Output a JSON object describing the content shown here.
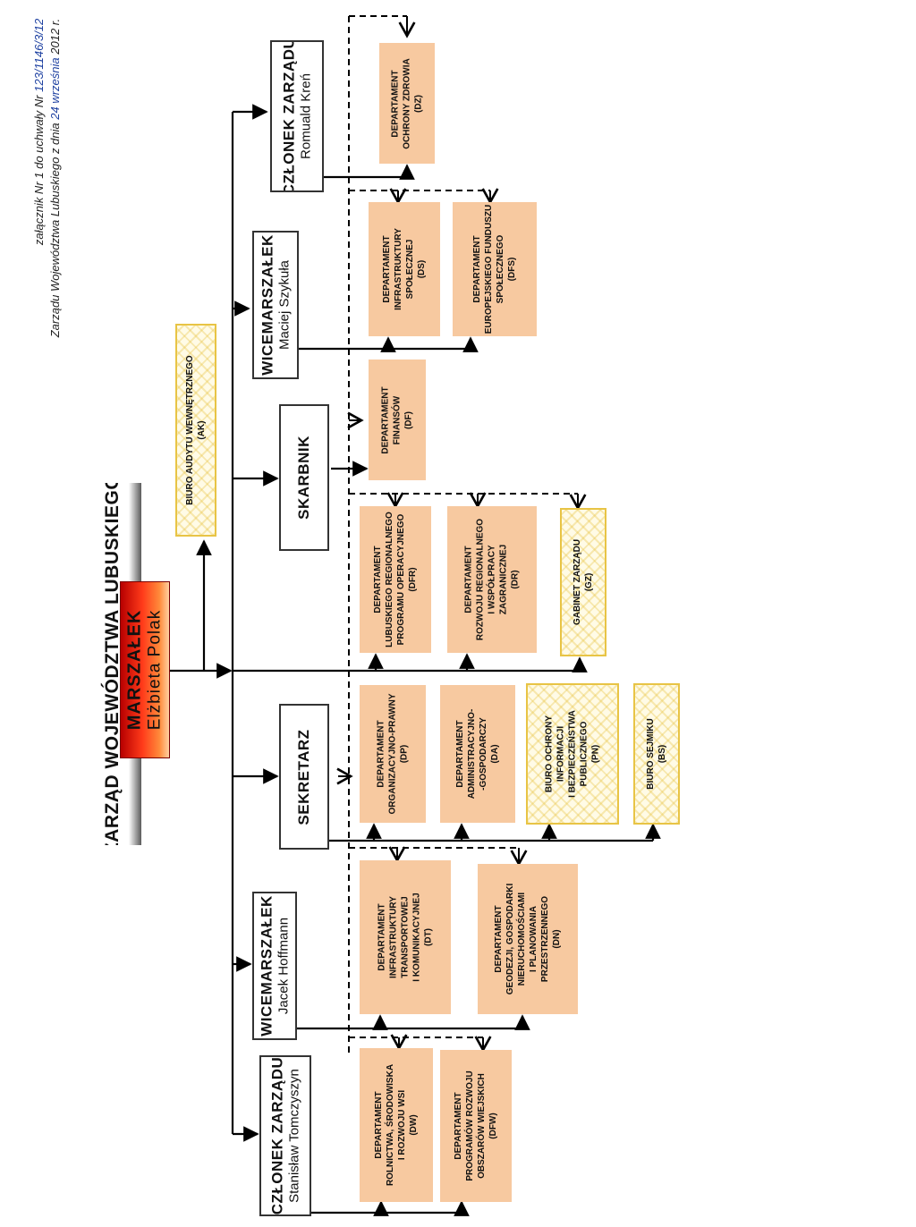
{
  "attachment_note": {
    "line1_prefix": "załącznik Nr 1 do uchwały Nr",
    "line1_handwritten": "123/1146/3/12",
    "line2_prefix": "Zarządu Województwa Lubuskiego z dnia",
    "line2_handwritten": "24 września",
    "line2_suffix": "2012 r."
  },
  "title": "ZARZĄD WOJEWÓDZTWA LUBUSKIEGO",
  "marshal": {
    "role": "MARSZAŁEK",
    "name": "Elżbieta Polak"
  },
  "audit_office": {
    "line1": "BIURO AUDYTU WEWNĘTRZNEGO",
    "line2": "(AK)"
  },
  "members": {
    "dz_member": {
      "role": "CZŁONEK ZARZĄDU",
      "name": "Romuald Kreń"
    },
    "vice1": {
      "role": "WICEMARSZAŁEK",
      "name": "Maciej Szykuła"
    },
    "treasurer": {
      "role": "SKARBNIK"
    },
    "secretary": {
      "role": "SEKRETARZ"
    },
    "vice2": {
      "role": "WICEMARSZAŁEK",
      "name": "Jacek Hoffmann"
    },
    "dw_member": {
      "role": "CZŁONEK ZARZĄDU",
      "name": "Stanisław Tomczyszyn"
    }
  },
  "departments": {
    "dz": [
      "DEPARTAMENT",
      "OCHRONY ZDROWIA",
      "(DZ)"
    ],
    "ds": [
      "DEPARTAMENT",
      "INFRASTRUKTURY",
      "SPOŁECZNEJ",
      "(DS)"
    ],
    "dfs": [
      "DEPARTAMENT",
      "EUROPEJSKIEGO FUNDUSZU",
      "SPOŁECZNEGO",
      "(DFS)"
    ],
    "df": [
      "DEPARTAMENT",
      "FINANSÓW",
      "(DF)"
    ],
    "dfr": [
      "DEPARTAMENT",
      "LUBUSKIEGO REGIONALNEGO",
      "PROGRAMU OPERACYJNEGO",
      "(DFR)"
    ],
    "dr": [
      "DEPARTAMENT",
      "ROZWOJU REGIONALNEGO",
      "I WSPÓŁPRACY",
      "ZAGRANICZNEJ",
      "(DR)"
    ],
    "gz": [
      "GABINET ZARZĄDU",
      "(GZ)"
    ],
    "dp": [
      "DEPARTAMENT",
      "ORGANIZACYJNO-PRAWNY",
      "(DP)"
    ],
    "da": [
      "DEPARTAMENT",
      "ADMINISTRACYJNO-",
      "-GOSPODARCZY",
      "(DA)"
    ],
    "pn": [
      "BIURO OCHRONY",
      "INFORMACJI",
      "I BEZPIECZEŃSTWA",
      "PUBLICZNEGO",
      "(PN)"
    ],
    "bs": [
      "BIURO SEJMIKU",
      "(BS)"
    ],
    "dt": [
      "DEPARTAMENT",
      "INFRASTRUKTURY",
      "TRANSPORTOWEJ",
      "I KOMUNIKACYJNEJ",
      "(DT)"
    ],
    "dn": [
      "DEPARTAMENT",
      "GEODEZJI, GOSPODARKI",
      "NIERUCHOMOŚCIAMI",
      "I PLANOWANIA",
      "PRZESTRZENNEGO",
      "(DN)"
    ],
    "dw": [
      "DEPARTAMENT",
      "ROLNICTWA, ŚRODOWISKA",
      "I ROZWOJU WSI",
      "(DW)"
    ],
    "dfw": [
      "DEPARTAMENT",
      "PROGRAMÓW ROZWOJU",
      "OBSZARÓW WIEJSKICH",
      "(DFW)"
    ]
  },
  "colors": {
    "department_fill": "#f7c9a0",
    "office_border": "#e8c445",
    "marshal_gradient_dark": "#b80000",
    "marshal_gradient_light": "#ffd0a0",
    "line": "#000000"
  }
}
